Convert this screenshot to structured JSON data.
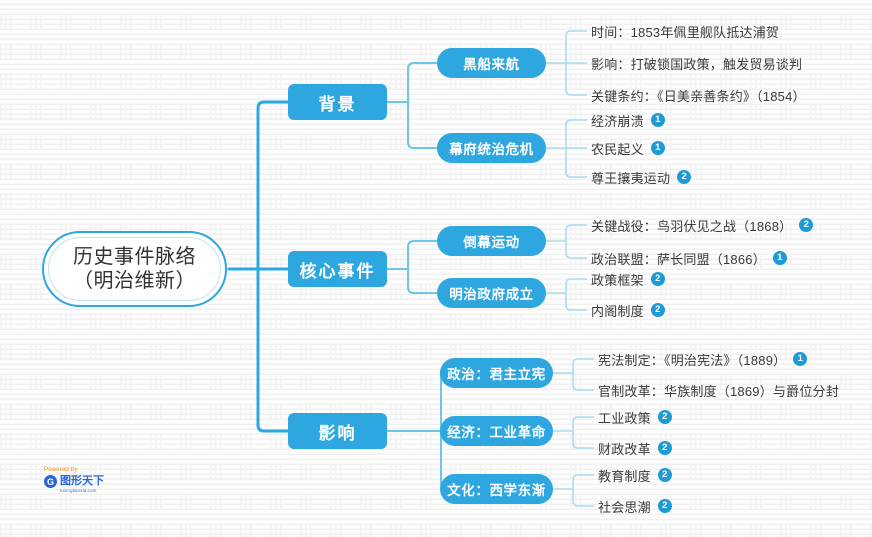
{
  "root": {
    "line1": "历史事件脉络",
    "line2": "（明治维新）"
  },
  "branches": [
    {
      "label": "背景",
      "children": [
        {
          "label": "黑船来航",
          "leaves": [
            {
              "text": "时间：1853年佩里舰队抵达浦贺",
              "badge": ""
            },
            {
              "text": "影响：打破锁国政策，触发贸易谈判",
              "badge": ""
            },
            {
              "text": "关键条约：《日美亲善条约》（1854）",
              "badge": ""
            }
          ]
        },
        {
          "label": "幕府统治危机",
          "leaves": [
            {
              "text": "经济崩溃",
              "badge": "1"
            },
            {
              "text": "农民起义",
              "badge": "1"
            },
            {
              "text": "尊王攘夷运动",
              "badge": "2"
            }
          ]
        }
      ]
    },
    {
      "label": "核心事件",
      "children": [
        {
          "label": "倒幕运动",
          "leaves": [
            {
              "text": "关键战役：鸟羽伏见之战（1868）",
              "badge": "2"
            },
            {
              "text": "政治联盟：萨长同盟（1866）",
              "badge": "1"
            }
          ]
        },
        {
          "label": "明治政府成立",
          "leaves": [
            {
              "text": "政策框架",
              "badge": "2"
            },
            {
              "text": "内阁制度",
              "badge": "2"
            }
          ]
        }
      ]
    },
    {
      "label": "影响",
      "children": [
        {
          "label": "政治：君主立宪",
          "leaves": [
            {
              "text": "宪法制定：《明治宪法》（1889）",
              "badge": "1"
            },
            {
              "text": "官制改革：华族制度（1869）与爵位分封",
              "badge": ""
            }
          ]
        },
        {
          "label": "经济：工业革命",
          "leaves": [
            {
              "text": "工业政策",
              "badge": "2"
            },
            {
              "text": "财政改革",
              "badge": "2"
            }
          ]
        },
        {
          "label": "文化：西学东渐",
          "leaves": [
            {
              "text": "教育制度",
              "badge": "2"
            },
            {
              "text": "社会思潮",
              "badge": "2"
            }
          ]
        }
      ]
    }
  ],
  "watermark": {
    "powered": "Powered by",
    "logo_letter": "G",
    "name": "图形天下",
    "sub": "tuxingtianxia.com"
  },
  "colors": {
    "node_blue": "#2ea7e0",
    "trunk_line": "#2aa8e0",
    "branch_line": "#6cc6e8",
    "leaf_line": "#a9dcf0",
    "badge": "#1e9ad6",
    "text": "#3a3a3a"
  }
}
